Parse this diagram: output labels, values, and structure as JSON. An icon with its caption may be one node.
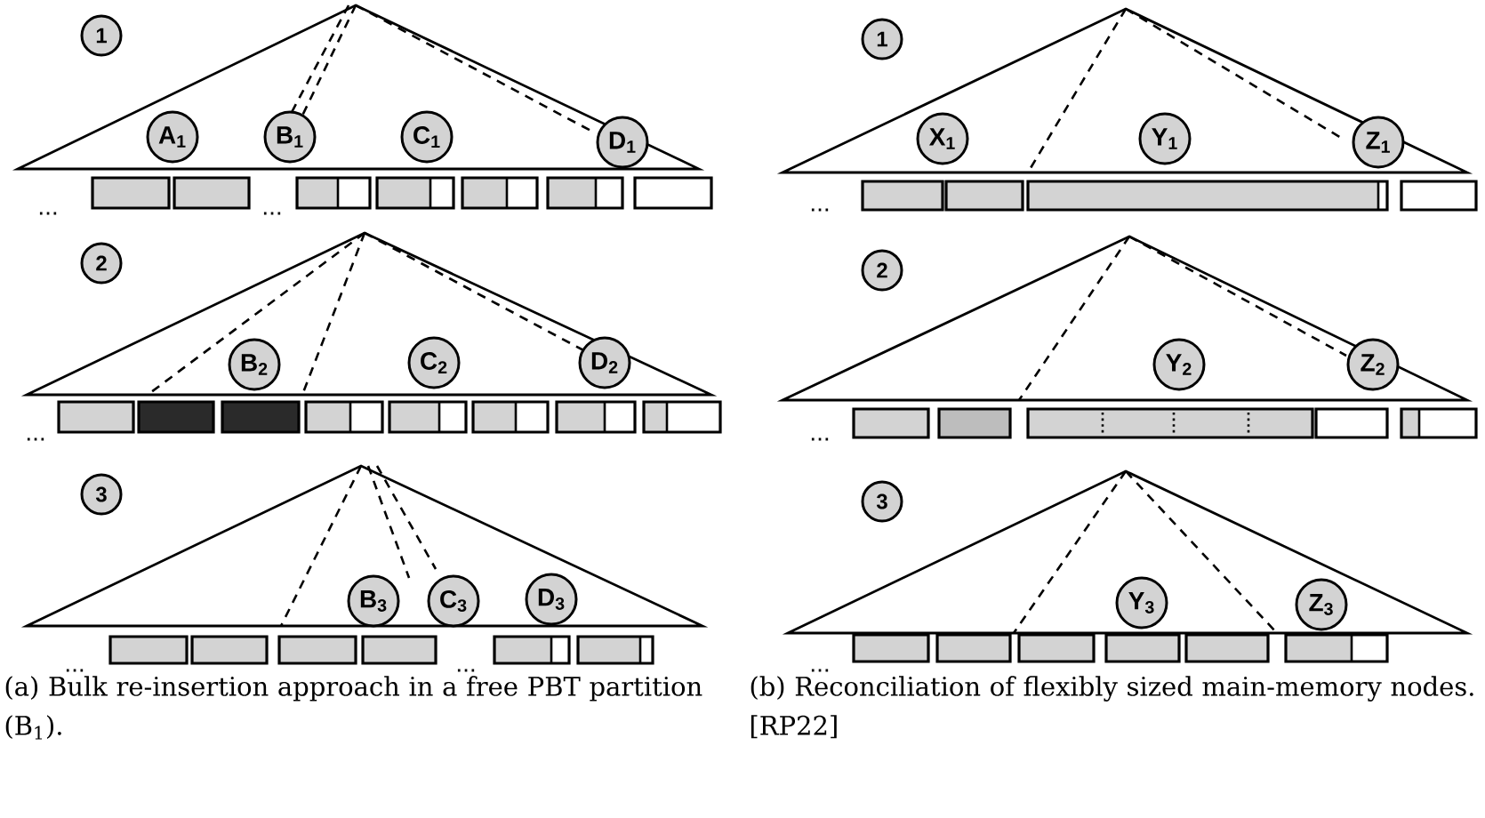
{
  "diagram": {
    "nodes": [
      {
        "text": [
          "1"
        ]
      },
      {
        "text": [
          "A$_{1}$"
        ]
      },
      {
        "text": [
          "B$_{1}$"
        ]
      },
      {
        "text": [
          "C$_{1}$"
        ]
      },
      {
        "text": [
          "D$_{1}$"
        ]
      },
      {
        "text": [
          "2"
        ]
      },
      {
        "text": [
          "B$_{2}$"
        ]
      },
      {
        "text": [
          "C$_{2}$"
        ]
      },
      {
        "text": [
          "D$_{2}$"
        ]
      },
      {
        "text": [
          "3"
        ]
      },
      {
        "text": [
          "B$_{3}$"
        ]
      },
      {
        "text": [
          "C$_{3}$"
        ]
      },
      {
        "text": [
          "D$_{3}$"
        ]
      },
      {
        "text": [
          "1"
        ]
      },
      {
        "text": [
          "X$_{1}$"
        ]
      },
      {
        "text": [
          "Y$_{1}$"
        ]
      },
      {
        "text": [
          "Z$_{1}$"
        ]
      },
      {
        "text": [
          "2"
        ]
      },
      {
        "text": [
          "Y$_{2}$"
        ]
      },
      {
        "text": [
          "Z$_{2}$"
        ]
      },
      {
        "text": [
          "3"
        ]
      },
      {
        "text": [
          "Y$_{3}$"
        ]
      },
      {
        "text": [
          "Z$_{3}$"
        ]
      }
    ],
    "labels": [
      "...",
      "...",
      "...",
      "...",
      "...",
      "...",
      "...",
      "...",
      "(a) Bulk re-insertion approach in a free PBT partition (B$_{1}$).",
      "(b) Reconciliation of flexibly sized main-memory nodes. [RP22]"
    ]
  }
}
